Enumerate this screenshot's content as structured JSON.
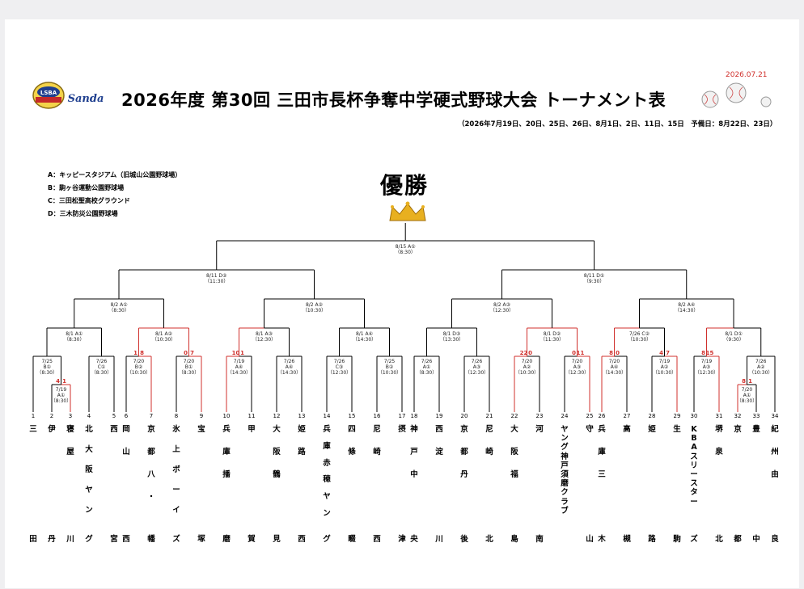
{
  "header": {
    "title": "2026年度 第30回 三田市長杯争奪中学硬式野球大会 トーナメント表",
    "date": "2026.07.21",
    "period": "（2026年7月19日、20日、25日、26日、8月1日、2日、11日、15日　予備日：8月22日、23日）",
    "logo_text": "LSBA",
    "logo_script": "Sanda"
  },
  "legend": [
    "A：キッピースタジアム（旧城山公園野球場）",
    "B：駒ヶ谷運動公園野球場",
    "C：三田松聖高校グラウンド",
    "D：三木防災公園野球場"
  ],
  "champion_label": "優勝",
  "colors": {
    "winner_line": "#d0312d",
    "line": "#000000"
  },
  "teams": [
    {
      "num": "1",
      "name": "三",
      "pref": "田"
    },
    {
      "num": "2",
      "name": "伊",
      "pref": "丹"
    },
    {
      "num": "3",
      "name": "寝屋",
      "pref": "川"
    },
    {
      "num": "4",
      "name": "北大阪ヤン",
      "pref": "グ"
    },
    {
      "num": "5",
      "name": "西",
      "pref": "宮"
    },
    {
      "num": "6",
      "name": "岡山",
      "pref": "西"
    },
    {
      "num": "7",
      "name": "京都八・",
      "pref": "幡"
    },
    {
      "num": "8",
      "name": "氷上ボーイ",
      "pref": "ズ"
    },
    {
      "num": "9",
      "name": "宝",
      "pref": "塚"
    },
    {
      "num": "10",
      "name": "兵庫播",
      "pref": "磨"
    },
    {
      "num": "11",
      "name": "甲",
      "pref": "賀"
    },
    {
      "num": "12",
      "name": "大阪鶴",
      "pref": "見"
    },
    {
      "num": "13",
      "name": "姫路",
      "pref": "西"
    },
    {
      "num": "14",
      "name": "兵庫赤穂ヤン",
      "pref": "グ"
    },
    {
      "num": "15",
      "name": "四條",
      "pref": "畷"
    },
    {
      "num": "16",
      "name": "尼崎",
      "pref": "西"
    },
    {
      "num": "17",
      "name": "摂",
      "pref": "津"
    },
    {
      "num": "18",
      "name": "神戸中",
      "pref": "央"
    },
    {
      "num": "19",
      "name": "西淀",
      "pref": "川"
    },
    {
      "num": "20",
      "name": "京都丹",
      "pref": "後"
    },
    {
      "num": "21",
      "name": "尼崎",
      "pref": "北"
    },
    {
      "num": "22",
      "name": "大阪福",
      "pref": "島"
    },
    {
      "num": "23",
      "name": "河",
      "pref": "南"
    },
    {
      "num": "24",
      "name": "ヤング神戸須磨クラブ",
      "pref": ""
    },
    {
      "num": "25",
      "name": "守",
      "pref": "山"
    },
    {
      "num": "26",
      "name": "兵庫三",
      "pref": "木"
    },
    {
      "num": "27",
      "name": "高",
      "pref": "槻"
    },
    {
      "num": "28",
      "name": "姫",
      "pref": "路"
    },
    {
      "num": "29",
      "name": "生",
      "pref": "駒"
    },
    {
      "num": "30",
      "name": "KBAスリースター",
      "pref": "ズ"
    },
    {
      "num": "31",
      "name": "堺泉",
      "pref": "北"
    },
    {
      "num": "32",
      "name": "京",
      "pref": "都"
    },
    {
      "num": "33",
      "name": "豊",
      "pref": "中"
    },
    {
      "num": "34",
      "name": "紀州由",
      "pref": "良"
    }
  ],
  "matches": [
    {
      "id": "p1",
      "info": [
        "7/19",
        "A①",
        "（8:30）"
      ],
      "score": [
        "4",
        "1"
      ]
    },
    {
      "id": "p2",
      "info": [
        "7/20",
        "A①",
        "（8:30）"
      ],
      "score": [
        "8",
        "1"
      ]
    },
    {
      "id": "r1",
      "info": [
        "7/25",
        "B①",
        "（8:30）"
      ],
      "score": [
        "",
        ""
      ]
    },
    {
      "id": "r2",
      "info": [
        "7/26",
        "C①",
        "（8:30）"
      ],
      "score": [
        "",
        ""
      ]
    },
    {
      "id": "r3",
      "info": [
        "7/20",
        "B②",
        "（10:30）"
      ],
      "score": [
        "1",
        "8"
      ]
    },
    {
      "id": "r4",
      "info": [
        "7/20",
        "B①",
        "（8:30）"
      ],
      "score": [
        "0",
        "7"
      ]
    },
    {
      "id": "r5",
      "info": [
        "7/19",
        "A④",
        "（14:30）"
      ],
      "score": [
        "10",
        "1"
      ]
    },
    {
      "id": "r6",
      "info": [
        "7/26",
        "A④",
        "（14:30）"
      ],
      "score": [
        "",
        ""
      ]
    },
    {
      "id": "r7",
      "info": [
        "7/26",
        "C③",
        "（12:30）"
      ],
      "score": [
        "",
        ""
      ]
    },
    {
      "id": "r8",
      "info": [
        "7/25",
        "B②",
        "（10:30）"
      ],
      "score": [
        "",
        ""
      ]
    },
    {
      "id": "r9",
      "info": [
        "7/26",
        "A①",
        "（8:30）"
      ],
      "score": [
        "",
        ""
      ]
    },
    {
      "id": "r10",
      "info": [
        "7/26",
        "A③",
        "（12:30）"
      ],
      "score": [
        "",
        ""
      ]
    },
    {
      "id": "r11",
      "info": [
        "7/20",
        "A②",
        "（10:30）"
      ],
      "score": [
        "22",
        "0"
      ]
    },
    {
      "id": "r12",
      "info": [
        "7/20",
        "A③",
        "（12:30）"
      ],
      "score": [
        "0",
        "11"
      ]
    },
    {
      "id": "r13",
      "info": [
        "7/20",
        "A④",
        "（14:30）"
      ],
      "score": [
        "8",
        "0"
      ]
    },
    {
      "id": "r14",
      "info": [
        "7/19",
        "A②",
        "（10:30）"
      ],
      "score": [
        "4",
        "7"
      ]
    },
    {
      "id": "r15",
      "info": [
        "7/19",
        "A③",
        "（12:30）"
      ],
      "score": [
        "8",
        "15"
      ]
    },
    {
      "id": "r16",
      "info": [
        "7/26",
        "A②",
        "（10:30）"
      ],
      "score": [
        "",
        ""
      ]
    },
    {
      "id": "q1",
      "info": [
        "8/1 A①",
        "（8:30）"
      ]
    },
    {
      "id": "q2",
      "info": [
        "8/1 A②",
        "（10:30）"
      ]
    },
    {
      "id": "q3",
      "info": [
        "8/1 A③",
        "（12:30）"
      ]
    },
    {
      "id": "q4",
      "info": [
        "8/1 A④",
        "（14:30）"
      ]
    },
    {
      "id": "q5",
      "info": [
        "8/1 D③",
        "（13:30）"
      ]
    },
    {
      "id": "q6",
      "info": [
        "8/1 D②",
        "（11:30）"
      ]
    },
    {
      "id": "q7",
      "info": [
        "7/26 C②",
        "（10:30）"
      ]
    },
    {
      "id": "q8",
      "info": [
        "8/1 D①",
        "（9:30）"
      ]
    },
    {
      "id": "s1",
      "info": [
        "8/2 A①",
        "（8:30）"
      ]
    },
    {
      "id": "s2",
      "info": [
        "8/2 A②",
        "（10:30）"
      ]
    },
    {
      "id": "s3",
      "info": [
        "8/2 A③",
        "（12:30）"
      ]
    },
    {
      "id": "s4",
      "info": [
        "8/2 A④",
        "（14:30）"
      ]
    },
    {
      "id": "sf1",
      "info": [
        "8/11 D②",
        "（11:30）"
      ]
    },
    {
      "id": "sf2",
      "info": [
        "8/11 D①",
        "（9:30）"
      ]
    },
    {
      "id": "f",
      "info": [
        "8/15 A①",
        "（8:30）"
      ]
    }
  ]
}
